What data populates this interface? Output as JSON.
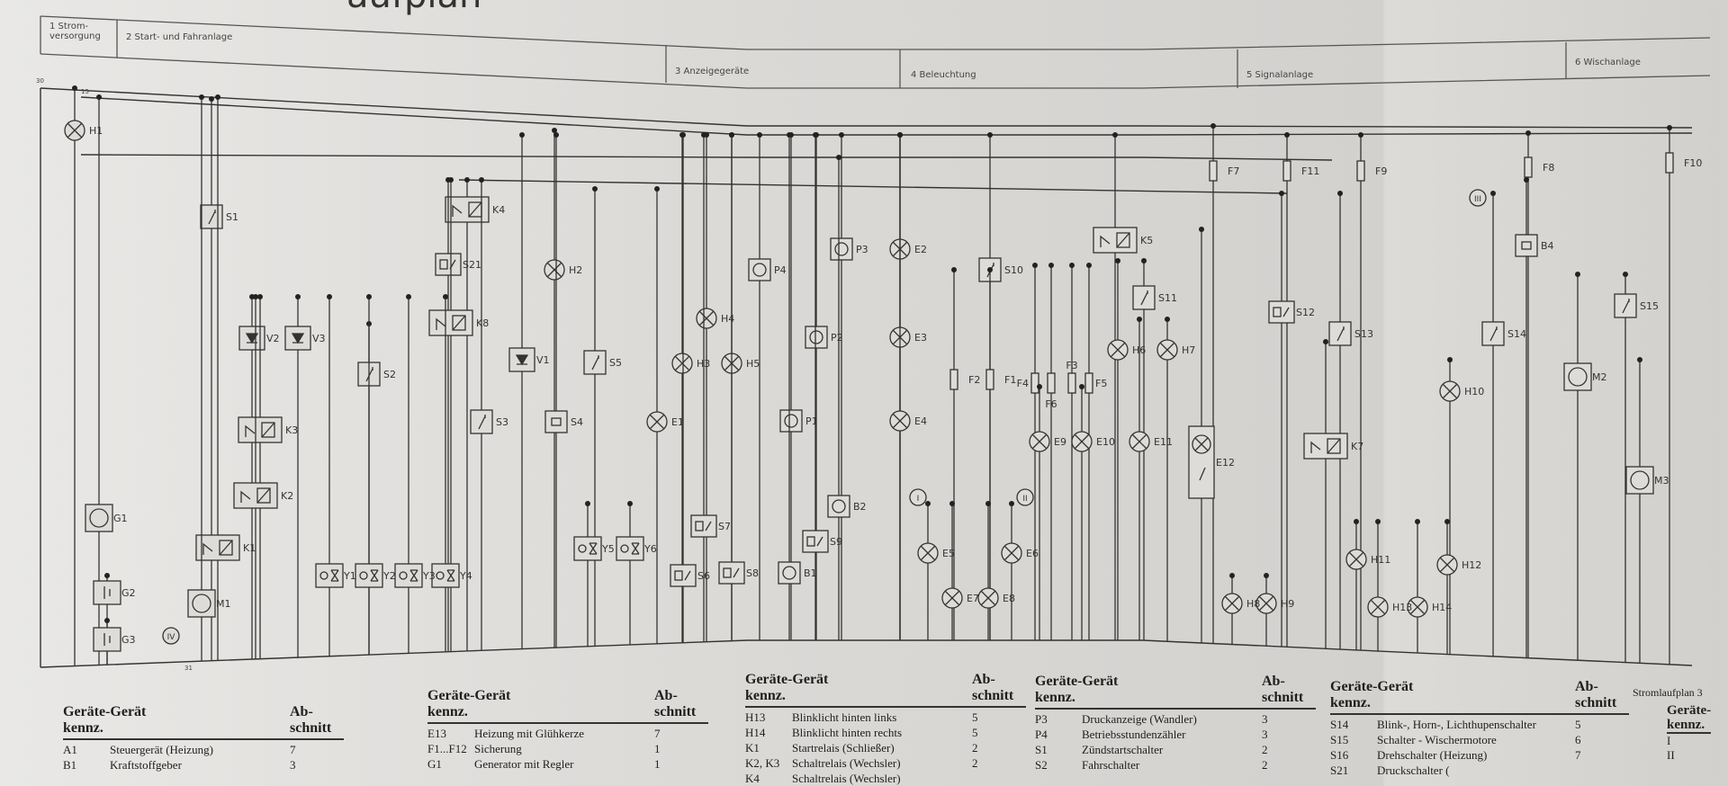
{
  "title": "aufplan",
  "sections": [
    {
      "num": "1",
      "label": "Strom-versorgung"
    },
    {
      "num": "2",
      "label": "Start- und Fahranlage"
    },
    {
      "num": "3",
      "label": "Anzeigegeräte"
    },
    {
      "num": "4",
      "label": "Beleuchtung"
    },
    {
      "num": "5",
      "label": "Signalanlage"
    },
    {
      "num": "6",
      "label": "Wischanlage"
    }
  ],
  "rail_labels": {
    "r30": "30",
    "r15": "15",
    "r31": "31"
  },
  "components": [
    {
      "label": "H1",
      "type": "lamp"
    },
    {
      "label": "S1",
      "type": "switch"
    },
    {
      "label": "K4",
      "type": "relay"
    },
    {
      "label": "S21",
      "type": "pswitch"
    },
    {
      "label": "K8",
      "type": "relay"
    },
    {
      "label": "H2",
      "type": "lamp"
    },
    {
      "label": "P4",
      "type": "gauge"
    },
    {
      "label": "V2",
      "type": "diode"
    },
    {
      "label": "V3",
      "type": "diode"
    },
    {
      "label": "S2",
      "type": "switch"
    },
    {
      "label": "V1",
      "type": "diode"
    },
    {
      "label": "S5",
      "type": "switch"
    },
    {
      "label": "H3",
      "type": "lamp"
    },
    {
      "label": "H4",
      "type": "lamp"
    },
    {
      "label": "H5",
      "type": "lamp"
    },
    {
      "label": "K3",
      "type": "relay"
    },
    {
      "label": "S3",
      "type": "switch"
    },
    {
      "label": "S4",
      "type": "box"
    },
    {
      "label": "E1",
      "type": "lamp"
    },
    {
      "label": "K2",
      "type": "relay"
    },
    {
      "label": "G1",
      "type": "motor"
    },
    {
      "label": "K1",
      "type": "relay"
    },
    {
      "label": "G2",
      "type": "battery"
    },
    {
      "label": "G3",
      "type": "battery"
    },
    {
      "label": "M1",
      "type": "motor"
    },
    {
      "label": "Y1",
      "type": "valve"
    },
    {
      "label": "Y2",
      "type": "valve"
    },
    {
      "label": "Y3",
      "type": "valve"
    },
    {
      "label": "Y4",
      "type": "valve"
    },
    {
      "label": "Y5",
      "type": "valve"
    },
    {
      "label": "Y6",
      "type": "valve"
    },
    {
      "label": "S6",
      "type": "pswitch"
    },
    {
      "label": "S7",
      "type": "pswitch"
    },
    {
      "label": "S8",
      "type": "pswitch"
    },
    {
      "label": "P3",
      "type": "gauge"
    },
    {
      "label": "E2",
      "type": "lamp"
    },
    {
      "label": "P2",
      "type": "gauge"
    },
    {
      "label": "E3",
      "type": "lamp"
    },
    {
      "label": "P1",
      "type": "gauge"
    },
    {
      "label": "E4",
      "type": "lamp"
    },
    {
      "label": "B2",
      "type": "gauge"
    },
    {
      "label": "S9",
      "type": "pswitch"
    },
    {
      "label": "B1",
      "type": "gauge"
    },
    {
      "label": "S10",
      "type": "switch"
    },
    {
      "label": "F2",
      "type": "fuse"
    },
    {
      "label": "F1",
      "type": "fuse"
    },
    {
      "label": "E5",
      "type": "lamp"
    },
    {
      "label": "E6",
      "type": "lamp"
    },
    {
      "label": "E7",
      "type": "lamp"
    },
    {
      "label": "E8",
      "type": "lamp"
    },
    {
      "label": "F4",
      "type": "fuse"
    },
    {
      "label": "F6",
      "type": "fuse"
    },
    {
      "label": "F3",
      "type": "fuse"
    },
    {
      "label": "F5",
      "type": "fuse"
    },
    {
      "label": "E9",
      "type": "lamp"
    },
    {
      "label": "E10",
      "type": "lamp"
    },
    {
      "label": "K5",
      "type": "relay"
    },
    {
      "label": "F7",
      "type": "fuse"
    },
    {
      "label": "F11",
      "type": "fuse"
    },
    {
      "label": "F9",
      "type": "fuse"
    },
    {
      "label": "F8",
      "type": "fuse"
    },
    {
      "label": "F10",
      "type": "fuse"
    },
    {
      "label": "H6",
      "type": "lamp"
    },
    {
      "label": "H7",
      "type": "lamp"
    },
    {
      "label": "S11",
      "type": "switch"
    },
    {
      "label": "E11",
      "type": "lamp"
    },
    {
      "label": "E12",
      "type": "heater"
    },
    {
      "label": "S12",
      "type": "pswitch"
    },
    {
      "label": "S13",
      "type": "switch"
    },
    {
      "label": "S14",
      "type": "switch"
    },
    {
      "label": "K7",
      "type": "relay"
    },
    {
      "label": "H10",
      "type": "lamp"
    },
    {
      "label": "B4",
      "type": "box"
    },
    {
      "label": "S15",
      "type": "switch"
    },
    {
      "label": "M2",
      "type": "motor"
    },
    {
      "label": "M3",
      "type": "motor"
    },
    {
      "label": "H8",
      "type": "lamp"
    },
    {
      "label": "H9",
      "type": "lamp"
    },
    {
      "label": "H11",
      "type": "lamp"
    },
    {
      "label": "H12",
      "type": "lamp"
    },
    {
      "label": "H13",
      "type": "lamp"
    },
    {
      "label": "H14",
      "type": "lamp"
    },
    {
      "label": "I",
      "type": "ref"
    },
    {
      "label": "II",
      "type": "ref"
    },
    {
      "label": "III",
      "type": "ref"
    },
    {
      "label": "IV",
      "type": "ref"
    }
  ],
  "legend": {
    "header_device": "Geräte-Gerät",
    "header_code": "kennz.",
    "header_section_1": "Ab-",
    "header_section_2": "schnitt",
    "columns": [
      {
        "rows": [
          {
            "code": "A1",
            "name": "Steuergerät (Heizung)",
            "section": "7"
          },
          {
            "code": "B1",
            "name": "Kraftstoffgeber",
            "section": "3"
          }
        ]
      },
      {
        "rows": [
          {
            "code": "E13",
            "name": "Heizung mit Glühkerze",
            "section": "7"
          },
          {
            "code": "F1...F12",
            "name": "Sicherung",
            "section": "1"
          },
          {
            "code": "G1",
            "name": "Generator mit Regler",
            "section": "1"
          }
        ]
      },
      {
        "rows": [
          {
            "code": "H13",
            "name": "Blinklicht hinten links",
            "section": "5"
          },
          {
            "code": "H14",
            "name": "Blinklicht hinten rechts",
            "section": "5"
          },
          {
            "code": "K1",
            "name": "Startrelais (Schließer)",
            "section": "2"
          },
          {
            "code": "K2, K3",
            "name": "Schaltrelais (Wechsler)",
            "section": "2"
          },
          {
            "code": "K4",
            "name": "Schaltrelais (Wechsler)",
            "section": ""
          }
        ]
      },
      {
        "rows": [
          {
            "code": "P3",
            "name": "Druckanzeige (Wandler)",
            "section": "3"
          },
          {
            "code": "P4",
            "name": "Betriebsstundenzähler",
            "section": "3"
          },
          {
            "code": "S1",
            "name": "Zündstartschalter",
            "section": "2"
          },
          {
            "code": "S2",
            "name": "Fahrschalter",
            "section": "2"
          }
        ]
      },
      {
        "rows": [
          {
            "code": "S14",
            "name": "Blink-, Horn-, Lichthupenschalter",
            "section": "5"
          },
          {
            "code": "S15",
            "name": "Schalter - Wischermotore",
            "section": "6"
          },
          {
            "code": "S16",
            "name": "Drehschalter (Heizung)",
            "section": "7"
          },
          {
            "code": "S21",
            "name": "Druckschalter (",
            "section": ""
          }
        ]
      }
    ],
    "page_label": "Stromlaufplan 3",
    "last_col": {
      "header_1": "Geräte-",
      "header_2": "kennz.",
      "rows": [
        "I",
        "II"
      ]
    }
  }
}
